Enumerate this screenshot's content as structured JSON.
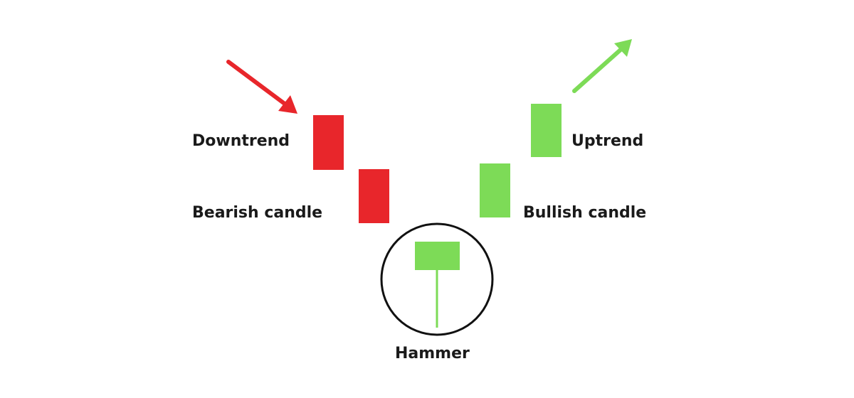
{
  "labels": {
    "downtrend": "Downtrend",
    "bearish_candle": "Bearish candle",
    "hammer": "Hammer",
    "bullish_candle": "Bullish candle",
    "uptrend": "Uptrend"
  },
  "colors": {
    "bearish": "#e8262b",
    "bullish": "#7ddb57",
    "text": "#1a1a1a",
    "circle": "#111111"
  },
  "icons": {
    "down_arrow": "arrow-down-right-icon",
    "up_arrow": "arrow-up-right-icon"
  }
}
